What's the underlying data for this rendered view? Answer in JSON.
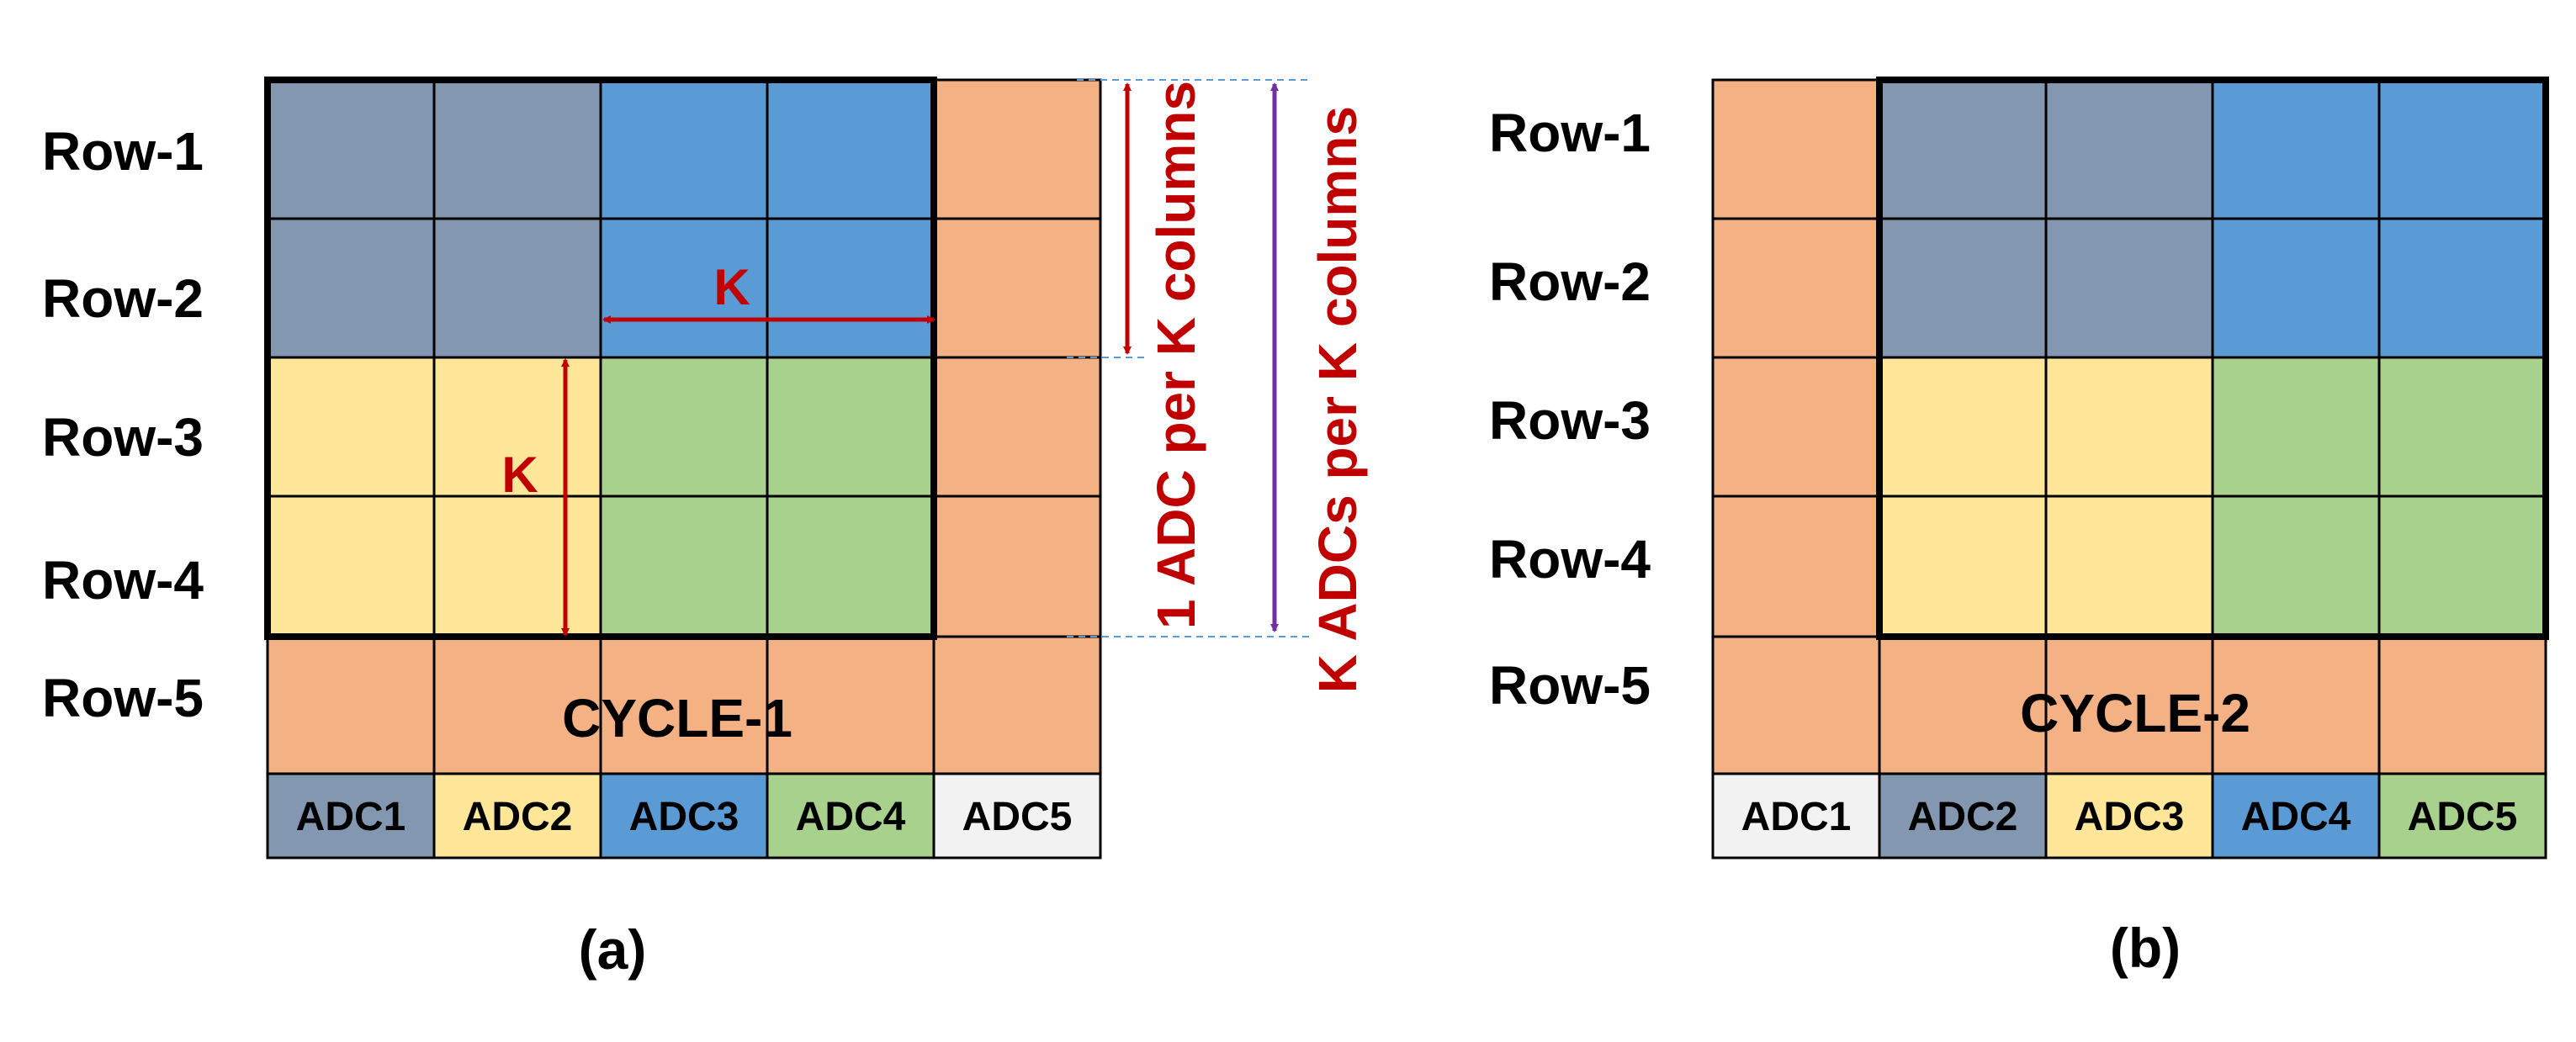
{
  "colors": {
    "gray": "#8497B0",
    "blue": "#5B9BD5",
    "yellow": "#FFE699",
    "green": "#A9D18E",
    "orange": "#F4B183",
    "white_cell": "#F2F2F2",
    "grid": "#000000",
    "annotation_red": "#C00000",
    "annotation_purple": "#7030A0"
  },
  "panels": [
    {
      "id": "a",
      "caption": "(a)",
      "row_labels": [
        "Row-1",
        "Row-2",
        "Row-3",
        "Row-4",
        "Row-5"
      ],
      "cycle_label": "CYCLE-1",
      "cells": [
        [
          "gray",
          "gray",
          "blue",
          "blue",
          "orange"
        ],
        [
          "gray",
          "gray",
          "blue",
          "blue",
          "orange"
        ],
        [
          "yellow",
          "yellow",
          "green",
          "green",
          "orange"
        ],
        [
          "yellow",
          "yellow",
          "green",
          "green",
          "orange"
        ],
        [
          "orange",
          "orange",
          "orange",
          "orange",
          "orange"
        ]
      ],
      "adc_labels": [
        "ADC1",
        "ADC2",
        "ADC3",
        "ADC4",
        "ADC5"
      ],
      "adc_colors": [
        "gray",
        "yellow",
        "blue",
        "green",
        "white_cell"
      ],
      "active_window": {
        "row_start": 0,
        "col_start": 0,
        "rows": 4,
        "cols": 4
      },
      "k_horizontal_label": "K",
      "k_vertical_label": "K"
    },
    {
      "id": "b",
      "caption": "(b)",
      "row_labels": [
        "Row-1",
        "Row-2",
        "Row-3",
        "Row-4",
        "Row-5"
      ],
      "cycle_label": "CYCLE-2",
      "cells": [
        [
          "orange",
          "gray",
          "gray",
          "blue",
          "blue"
        ],
        [
          "orange",
          "gray",
          "gray",
          "blue",
          "blue"
        ],
        [
          "orange",
          "yellow",
          "yellow",
          "green",
          "green"
        ],
        [
          "orange",
          "yellow",
          "yellow",
          "green",
          "green"
        ],
        [
          "orange",
          "orange",
          "orange",
          "orange",
          "orange"
        ]
      ],
      "adc_labels": [
        "ADC1",
        "ADC2",
        "ADC3",
        "ADC4",
        "ADC5"
      ],
      "adc_colors": [
        "white_cell",
        "gray",
        "yellow",
        "blue",
        "green"
      ],
      "active_window": {
        "row_start": 0,
        "col_start": 1,
        "rows": 4,
        "cols": 4
      }
    }
  ],
  "annotations": {
    "one_adc": "1 ADC per K columns",
    "k_adcs": "K ADCs per K columns"
  }
}
